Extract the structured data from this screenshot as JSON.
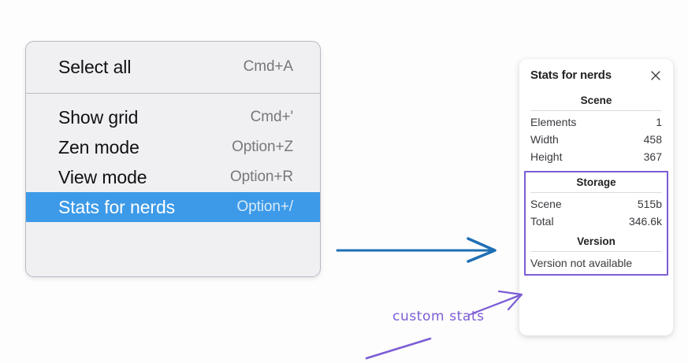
{
  "context_menu": {
    "name": "canvas-context-menu",
    "groups": [
      {
        "items": [
          {
            "label": "Select all",
            "shortcut": "Cmd+A",
            "selected": false
          }
        ]
      },
      {
        "items": [
          {
            "label": "Show grid",
            "shortcut": "Cmd+'",
            "selected": false
          },
          {
            "label": "Zen mode",
            "shortcut": "Option+Z",
            "selected": false
          },
          {
            "label": "View mode",
            "shortcut": "Option+R",
            "selected": false
          },
          {
            "label": "Stats for nerds",
            "shortcut": "Option+/",
            "selected": true
          }
        ]
      }
    ],
    "selected_bg": "#3d9ae8"
  },
  "stats_panel": {
    "title": "Stats for nerds",
    "close_icon": "close-icon",
    "sections": [
      {
        "heading": "Scene",
        "rows": [
          {
            "label": "Elements",
            "value": "1"
          },
          {
            "label": "Width",
            "value": "458"
          },
          {
            "label": "Height",
            "value": "367"
          }
        ]
      },
      {
        "heading": "Storage",
        "highlighted": true,
        "rows": [
          {
            "label": "Scene",
            "value": "515b"
          },
          {
            "label": "Total",
            "value": "346.6k"
          }
        ]
      },
      {
        "heading": "Version",
        "highlighted": true,
        "text": "Version not available"
      }
    ],
    "highlight_color": "#7c5cd6"
  },
  "annotations": {
    "blue_arrow_color": "#1f6fb4",
    "purple_color": "#7c5cd6",
    "label": "custom stats"
  }
}
